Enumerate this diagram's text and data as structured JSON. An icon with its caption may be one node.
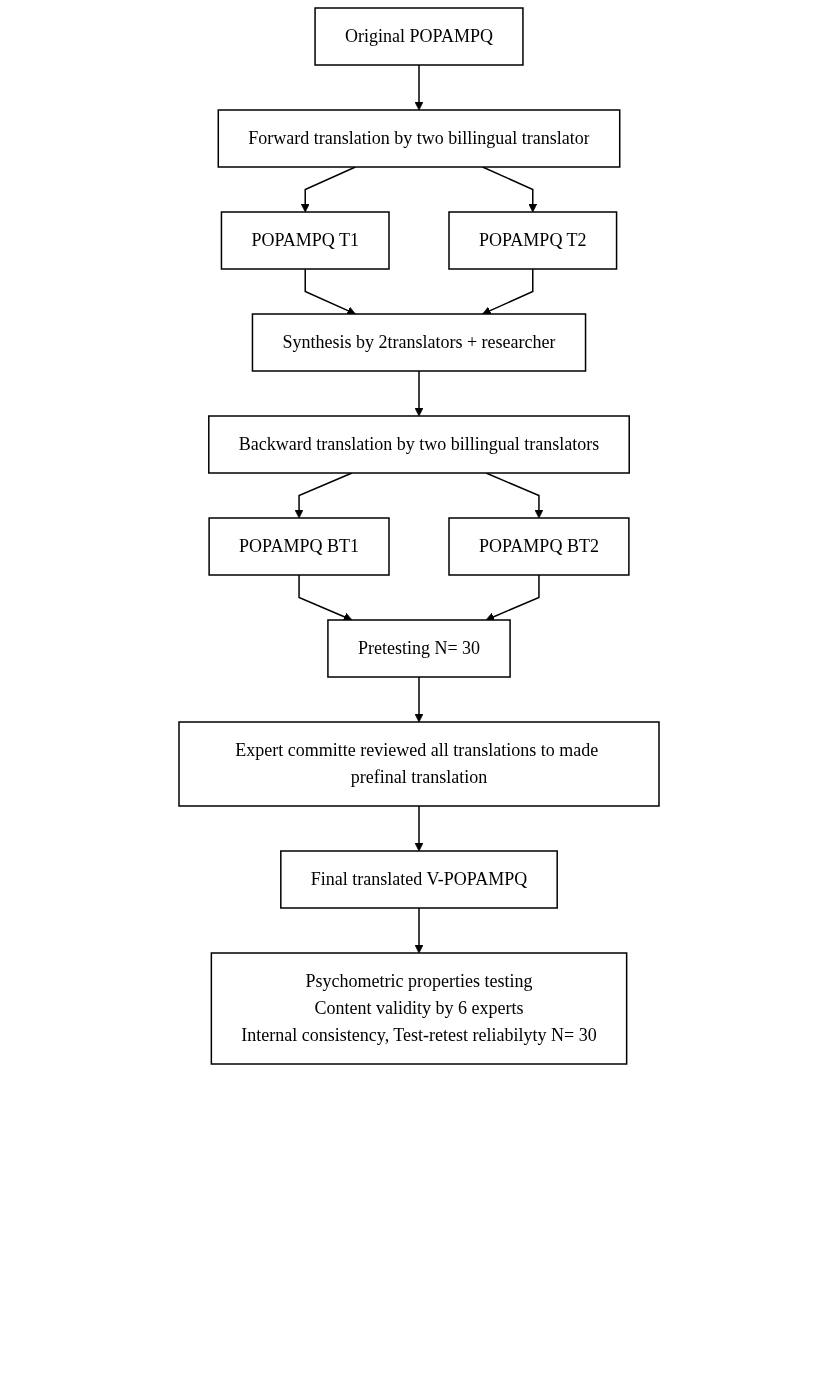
{
  "diagram": {
    "nodes": [
      {
        "text": [
          "Original POPAMPQ"
        ]
      },
      {
        "text": [
          "Forward translation by two billingual translator"
        ]
      },
      {
        "text": [
          "POPAMPQ T1"
        ]
      },
      {
        "text": [
          "POPAMPQ T2"
        ]
      },
      {
        "text": [
          "Synthesis by 2translators + researcher"
        ]
      },
      {
        "text": [
          "Backward translation by two billingual translators"
        ]
      },
      {
        "text": [
          "POPAMPQ BT1"
        ]
      },
      {
        "text": [
          "POPAMPQ BT2"
        ]
      },
      {
        "text": [
          "Pretesting N= 30"
        ]
      },
      {
        "text": [
          "Expert committe reviewed all translations to made prefinal translation"
        ]
      },
      {
        "text": [
          "Final translated V-POPAMPQ"
        ]
      },
      {
        "text": [
          "Psychometric properties testing",
          "Content validity by 6 experts",
          "Internal consistency, Test-retest reliabilyty N= 30"
        ]
      }
    ],
    "edges": [
      {
        "from": 0,
        "to": 1,
        "arrow": "to"
      },
      {
        "from": 1,
        "to": 2,
        "arrow": "to"
      },
      {
        "from": 1,
        "to": 3,
        "arrow": "to"
      },
      {
        "from": 2,
        "to": 4,
        "arrow": "to"
      },
      {
        "from": 3,
        "to": 4,
        "arrow": "to"
      },
      {
        "from": 4,
        "to": 5,
        "arrow": "to"
      },
      {
        "from": 5,
        "to": 6,
        "arrow": "to"
      },
      {
        "from": 5,
        "to": 7,
        "arrow": "to"
      },
      {
        "from": 6,
        "to": 8,
        "arrow": "to"
      },
      {
        "from": 7,
        "to": 8,
        "arrow": "to"
      },
      {
        "from": 8,
        "to": 9,
        "arrow": "to"
      },
      {
        "from": 9,
        "to": 10,
        "arrow": "to"
      },
      {
        "from": 10,
        "to": 11,
        "arrow": "to"
      }
    ]
  }
}
